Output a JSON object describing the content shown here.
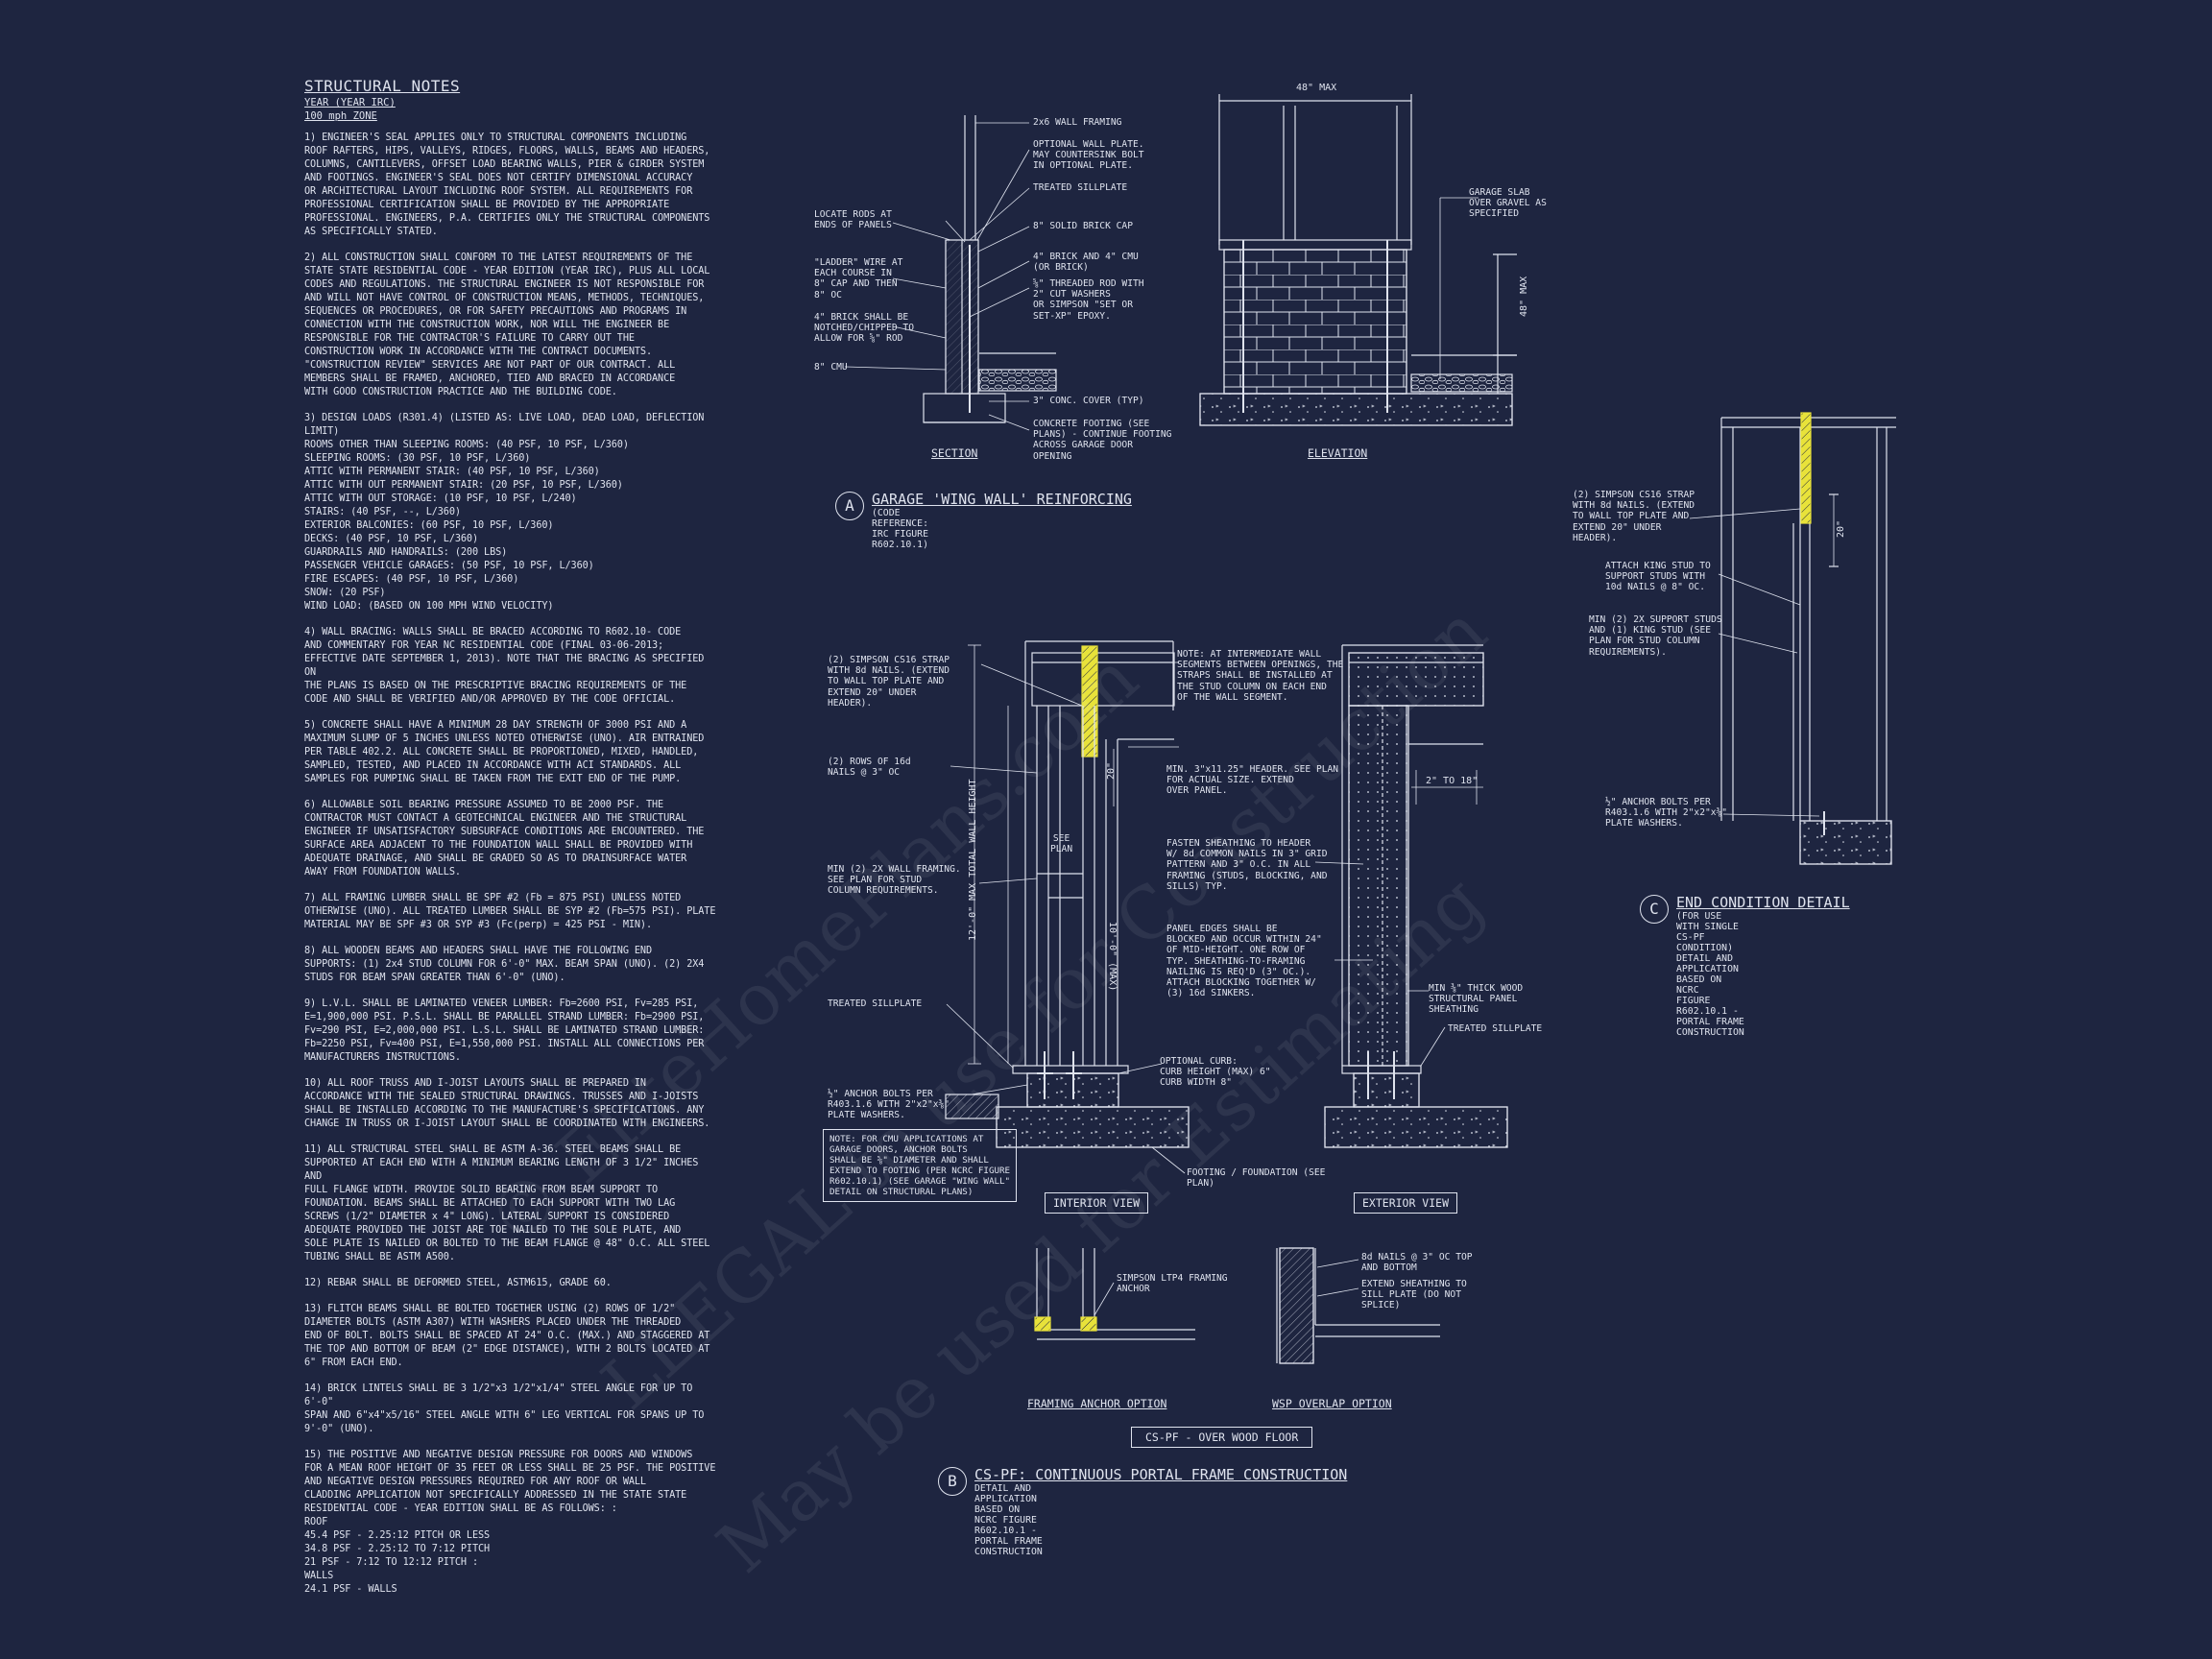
{
  "notes": {
    "title": "STRUCTURAL NOTES",
    "subtitle1": "YEAR (YEAR IRC)",
    "subtitle2": "100 mph ZONE",
    "items": [
      "1) ENGINEER'S SEAL APPLIES ONLY TO STRUCTURAL COMPONENTS INCLUDING\nROOF RAFTERS, HIPS, VALLEYS, RIDGES, FLOORS, WALLS, BEAMS AND HEADERS,\nCOLUMNS, CANTILEVERS, OFFSET LOAD BEARING WALLS, PIER & GIRDER SYSTEM\nAND FOOTINGS. ENGINEER'S SEAL DOES NOT CERTIFY DIMENSIONAL ACCURACY\nOR ARCHITECTURAL LAYOUT INCLUDING ROOF SYSTEM. ALL REQUIREMENTS FOR\nPROFESSIONAL CERTIFICATION SHALL BE PROVIDED BY THE APPROPRIATE\nPROFESSIONAL. ENGINEERS, P.A. CERTIFIES ONLY THE STRUCTURAL COMPONENTS\nAS SPECIFICALLY STATED.",
      "2) ALL CONSTRUCTION SHALL CONFORM TO THE LATEST REQUIREMENTS OF THE\nSTATE STATE RESIDENTIAL CODE - YEAR EDITION (YEAR IRC), PLUS ALL LOCAL\nCODES AND REGULATIONS. THE STRUCTURAL ENGINEER IS NOT RESPONSIBLE FOR\nAND WILL NOT HAVE CONTROL OF CONSTRUCTION MEANS, METHODS, TECHNIQUES,\nSEQUENCES OR PROCEDURES, OR FOR SAFETY PRECAUTIONS AND PROGRAMS IN\nCONNECTION WITH THE CONSTRUCTION WORK, NOR WILL THE ENGINEER BE\nRESPONSIBLE FOR THE CONTRACTOR'S FAILURE TO CARRY OUT THE\nCONSTRUCTION WORK IN ACCORDANCE WITH THE CONTRACT DOCUMENTS.\n\"CONSTRUCTION REVIEW\" SERVICES ARE NOT PART OF OUR CONTRACT. ALL\nMEMBERS SHALL BE FRAMED, ANCHORED, TIED AND BRACED IN ACCORDANCE\nWITH GOOD CONSTRUCTION PRACTICE AND THE BUILDING CODE.",
      "3) DESIGN LOADS (R301.4) (LISTED AS: LIVE LOAD, DEAD LOAD, DEFLECTION\nLIMIT)\nROOMS OTHER THAN SLEEPING ROOMS: (40 PSF, 10 PSF, L/360)\nSLEEPING ROOMS: (30 PSF, 10 PSF, L/360)\nATTIC WITH PERMANENT STAIR: (40 PSF, 10 PSF, L/360)\nATTIC WITH OUT PERMANENT STAIR: (20 PSF, 10 PSF, L/360)\nATTIC WITH OUT STORAGE: (10 PSF, 10 PSF, L/240)\nSTAIRS: (40 PSF, --, L/360)\nEXTERIOR BALCONIES: (60 PSF, 10 PSF, L/360)\nDECKS: (40 PSF, 10 PSF, L/360)\nGUARDRAILS AND HANDRAILS: (200 LBS)\nPASSENGER VEHICLE GARAGES: (50 PSF, 10 PSF, L/360)\nFIRE ESCAPES: (40 PSF, 10 PSF, L/360)\nSNOW: (20 PSF)\nWIND LOAD: (BASED ON 100 MPH WIND VELOCITY)",
      "4) WALL BRACING: WALLS SHALL BE BRACED ACCORDING TO R602.10- CODE\nAND COMMENTARY FOR YEAR NC RESIDENTIAL CODE (FINAL 03-06-2013;\nEFFECTIVE DATE SEPTEMBER 1, 2013). NOTE THAT THE BRACING AS SPECIFIED ON\nTHE PLANS IS BASED ON THE PRESCRIPTIVE BRACING REQUIREMENTS OF THE\nCODE AND SHALL BE VERIFIED AND/OR APPROVED BY THE CODE OFFICIAL.",
      "5) CONCRETE SHALL HAVE A MINIMUM 28 DAY STRENGTH OF 3000 PSI AND A\nMAXIMUM SLUMP OF 5 INCHES UNLESS NOTED OTHERWISE (UNO). AIR ENTRAINED\nPER TABLE 402.2. ALL CONCRETE SHALL BE PROPORTIONED, MIXED, HANDLED,\nSAMPLED, TESTED, AND PLACED IN ACCORDANCE WITH ACI STANDARDS. ALL\nSAMPLES FOR PUMPING SHALL BE TAKEN FROM THE EXIT END OF THE PUMP.",
      "6) ALLOWABLE SOIL BEARING PRESSURE ASSUMED TO BE 2000 PSF. THE\nCONTRACTOR MUST CONTACT A GEOTECHNICAL ENGINEER AND THE STRUCTURAL\nENGINEER IF UNSATISFACTORY SUBSURFACE CONDITIONS ARE ENCOUNTERED. THE\nSURFACE AREA ADJACENT TO THE FOUNDATION WALL SHALL BE PROVIDED WITH\nADEQUATE DRAINAGE, AND SHALL BE GRADED SO AS TO DRAINSURFACE WATER\nAWAY FROM FOUNDATION WALLS.",
      "7) ALL FRAMING LUMBER SHALL BE SPF #2 (Fb = 875 PSI) UNLESS NOTED\nOTHERWISE (UNO). ALL TREATED LUMBER SHALL BE SYP #2 (Fb=575 PSI). PLATE\nMATERIAL MAY BE SPF #3 OR SYP #3 (Fc(perp) = 425 PSI - MIN).",
      "8) ALL WOODEN BEAMS AND HEADERS SHALL HAVE THE FOLLOWING END\nSUPPORTS: (1) 2x4 STUD COLUMN FOR 6'-0\" MAX. BEAM SPAN (UNO). (2) 2X4\nSTUDS FOR BEAM SPAN GREATER THAN 6'-0\" (UNO).",
      "9) L.V.L. SHALL BE LAMINATED VENEER LUMBER: Fb=2600 PSI, Fv=285 PSI,\nE=1,900,000 PSI. P.S.L. SHALL BE PARALLEL STRAND LUMBER: Fb=2900 PSI,\nFv=290 PSI, E=2,000,000 PSI. L.S.L. SHALL BE LAMINATED STRAND LUMBER:\nFb=2250 PSI, Fv=400 PSI, E=1,550,000 PSI. INSTALL ALL CONNECTIONS PER\nMANUFACTURERS INSTRUCTIONS.",
      "10) ALL ROOF TRUSS AND I-JOIST LAYOUTS SHALL BE PREPARED IN\nACCORDANCE WITH THE SEALED STRUCTURAL DRAWINGS. TRUSSES AND I-JOISTS\nSHALL BE INSTALLED ACCORDING TO THE MANUFACTURE'S SPECIFICATIONS. ANY\nCHANGE IN TRUSS OR I-JOIST LAYOUT SHALL BE COORDINATED WITH ENGINEERS.",
      "11) ALL STRUCTURAL STEEL SHALL BE ASTM A-36. STEEL BEAMS SHALL BE\nSUPPORTED AT EACH END WITH A MINIMUM BEARING LENGTH OF 3 1/2\" INCHES AND\nFULL FLANGE WIDTH. PROVIDE SOLID BEARING FROM BEAM SUPPORT TO\nFOUNDATION. BEAMS SHALL BE ATTACHED TO EACH SUPPORT WITH TWO LAG\nSCREWS (1/2\" DIAMETER x 4\" LONG). LATERAL SUPPORT IS CONSIDERED\nADEQUATE PROVIDED THE JOIST ARE TOE NAILED TO THE SOLE PLATE, AND\nSOLE PLATE IS NAILED OR BOLTED TO THE BEAM FLANGE @ 48\" O.C. ALL STEEL\nTUBING SHALL BE ASTM A500.",
      "12) REBAR SHALL BE DEFORMED STEEL, ASTM615, GRADE 60.",
      "13) FLITCH BEAMS SHALL BE BOLTED TOGETHER USING (2) ROWS OF 1/2\"\nDIAMETER BOLTS (ASTM A307) WITH WASHERS PLACED UNDER THE THREADED\nEND OF BOLT. BOLTS SHALL BE SPACED AT 24\" O.C. (MAX.) AND STAGGERED AT\nTHE TOP AND BOTTOM OF BEAM (2\" EDGE DISTANCE), WITH 2 BOLTS LOCATED AT\n6\" FROM EACH END.",
      "14) BRICK LINTELS SHALL BE 3 1/2\"x3 1/2\"x1/4\" STEEL ANGLE FOR UP TO 6'-0\"\nSPAN AND 6\"x4\"x5/16\" STEEL ANGLE WITH 6\" LEG VERTICAL FOR SPANS UP TO\n9'-0\" (UNO).",
      "15) THE POSITIVE AND NEGATIVE DESIGN PRESSURE FOR DOORS AND WINDOWS\nFOR A MEAN ROOF HEIGHT OF 35 FEET OR LESS SHALL BE 25 PSF. THE POSITIVE\nAND NEGATIVE DESIGN PRESSURES REQUIRED FOR ANY ROOF OR WALL\nCLADDING APPLICATION NOT SPECIFICALLY ADDRESSED IN THE STATE STATE\nRESIDENTIAL CODE - YEAR EDITION SHALL BE AS FOLLOWS: :"
    ],
    "pressure_roof_head": "ROOF",
    "pressure_roof": "45.4 PSF - 2.25:12 PITCH OR LESS\n34.8 PSF - 2.25:12 TO 7:12 PITCH\n21 PSF - 7:12 TO 12:12 PITCH :",
    "pressure_walls_head": "WALLS",
    "pressure_walls": "24.1 PSF - WALLS"
  },
  "detail_a": {
    "letter": "A",
    "title": "GARAGE 'WING WALL' REINFORCING",
    "subtitle": "(CODE REFERENCE: IRC FIGURE R602.10.1)",
    "section_label": "SECTION",
    "elevation_label": "ELEVATION",
    "dim_width": "48\" MAX",
    "dim_height": "48\" MAX",
    "callouts": {
      "wall_framing": "2x6 WALL FRAMING",
      "optional_plate": "OPTIONAL WALL PLATE.\nMAY COUNTERSINK BOLT\nIN OPTIONAL PLATE.",
      "treated_sill": "TREATED SILLPLATE",
      "solid_cap": "8\" SOLID BRICK CAP",
      "brick_cmu": "4\" BRICK AND 4\" CMU\n(OR BRICK)",
      "threaded_rod": "⅝\" THREADED ROD WITH\n2\" CUT WASHERS\nOR SIMPSON \"SET OR\nSET-XP\" EPOXY.",
      "conc_cover": "3\" CONC. COVER (TYP)",
      "footing": "CONCRETE FOOTING (SEE\nPLANS) - CONTINUE FOOTING\nACROSS GARAGE DOOR\nOPENING",
      "locate_rods": "LOCATE RODS AT\nENDS OF PANELS",
      "ladder_wire": "\"LADDER\" WIRE AT\nEACH COURSE IN\n8\" CAP AND THEN\n8\" OC",
      "notched": "4\" BRICK SHALL BE\nNOTCHED/CHIPPED TO\nALLOW FOR ⅝\" ROD",
      "cmu": "8\" CMU",
      "garage_slab": "GARAGE SLAB\nOVER GRAVEL AS\nSPECIFIED"
    }
  },
  "detail_b": {
    "letter": "B",
    "title": "CS-PF: CONTINUOUS PORTAL FRAME CONSTRUCTION",
    "subtitle": "DETAIL AND APPLICATION BASED ON NCRC FIGURE\nR602.10.1 - PORTAL FRAME CONSTRUCTION",
    "interior_label": "INTERIOR VIEW",
    "exterior_label": "EXTERIOR VIEW",
    "framing_anchor_label": "FRAMING ANCHOR OPTION",
    "wsp_overlap_label": "WSP OVERLAP OPTION",
    "csff_box": "CS-PF - OVER WOOD FLOOR",
    "dim_wall_height": "12'-0\" MAX TOTAL WALL HEIGHT",
    "dim_header": "10'-0\" (MAX)",
    "dim_20": "20\"",
    "dim_2to18": "2\" TO 18\"",
    "see_plan": "SEE\nPLAN",
    "note_box": "NOTE: FOR CMU APPLICATIONS AT\nGARAGE DOORS, ANCHOR BOLTS\nSHALL BE ⅝\" DIAMETER AND SHALL\nEXTEND TO FOOTING (PER NCRC FIGURE\nR602.10.1) (SEE GARAGE \"WING WALL\"\nDETAIL ON STRUCTURAL PLANS)",
    "callouts": {
      "simpson_strap": "(2) SIMPSON CS16 STRAP\nWITH 8d NAILS. (EXTEND\nTO WALL TOP PLATE AND\nEXTEND 20\" UNDER\nHEADER).",
      "rows_nails": "(2) ROWS OF 16d\nNAILS @ 3\" OC",
      "min_framing": "MIN (2) 2X WALL FRAMING.\nSEE PLAN FOR STUD\nCOLUMN REQUIREMENTS.",
      "treated_sill": "TREATED SILLPLATE",
      "anchor_bolts": "½\" ANCHOR BOLTS PER\nR403.1.6 WITH 2\"x2\"x⅜\"\nPLATE WASHERS.",
      "intermediate": "NOTE: AT INTERMEDIATE WALL\nSEGMENTS BETWEEN OPENINGS, THE\nSTRAPS SHALL BE INSTALLED AT\nTHE STUD COLUMN ON EACH END\nOF THE WALL SEGMENT.",
      "header": "MIN. 3\"x11.25\" HEADER. SEE PLAN\nFOR ACTUAL SIZE. EXTEND\nOVER PANEL.",
      "fasten": "FASTEN SHEATHING TO HEADER\nW/ 8d COMMON NAILS IN 3\" GRID\nPATTERN AND 3\" O.C. IN ALL\nFRAMING (STUDS, BLOCKING, AND\nSILLS) TYP.",
      "panel_edges": "PANEL EDGES SHALL BE\nBLOCKED AND OCCUR WITHIN 24\"\nOF MID-HEIGHT. ONE ROW OF\nTYP. SHEATHING-TO-FRAMING\nNAILING IS REQ'D (3\" OC.).\nATTACH BLOCKING TOGETHER W/\n(3) 16d SINKERS.",
      "optional_curb": "OPTIONAL CURB:\nCURB HEIGHT (MAX) 6\"\nCURB WIDTH 8\"",
      "footing": "FOOTING / FOUNDATION (SEE\nPLAN)",
      "wood_panel": "MIN ⅜\" THICK WOOD\nSTRUCTURAL PANEL\nSHEATHING",
      "treated_sill_ext": "TREATED SILLPLATE",
      "ltp4": "SIMPSON LTP4 FRAMING\nANCHOR",
      "nails_8d": "8d NAILS @ 3\" OC TOP\nAND BOTTOM",
      "extend_sheathing": "EXTEND SHEATHING TO\nSILL PLATE (DO NOT\nSPLICE)"
    }
  },
  "detail_c": {
    "letter": "C",
    "title": "END CONDITION DETAIL",
    "subtitle": "(FOR USE WITH SINGLE CS-PF CONDITION)\nDETAIL AND APPLICATION BASED ON NCRC\nFIGURE R602.10.1 - PORTAL FRAME CONSTRUCTION",
    "dim_20": "20\"",
    "callouts": {
      "simpson_strap": "(2) SIMPSON CS16 STRAP\nWITH 8d NAILS. (EXTEND\nTO WALL TOP PLATE AND\nEXTEND 20\" UNDER\nHEADER).",
      "king_stud": "ATTACH KING STUD TO\nSUPPORT STUDS WITH\n10d NAILS @ 8\" OC.",
      "support_studs": "MIN (2) 2X SUPPORT STUDS\nAND (1) KING STUD (SEE\nPLAN FOR STUD COLUMN\nREQUIREMENTS).",
      "anchor_bolts": "½\" ANCHOR BOLTS PER\nR403.1.6 WITH 2\"x2\"x⅜\"\nPLATE WASHERS."
    }
  },
  "watermark": {
    "line1": "© EliteHomePlans.com",
    "line2": "LLEGAL to use for Construction",
    "line3": "May be used for Estimating"
  },
  "colors": {
    "background": "#1e2540",
    "line": "#dfe3ee",
    "strap_highlight": "#e8e23a"
  }
}
